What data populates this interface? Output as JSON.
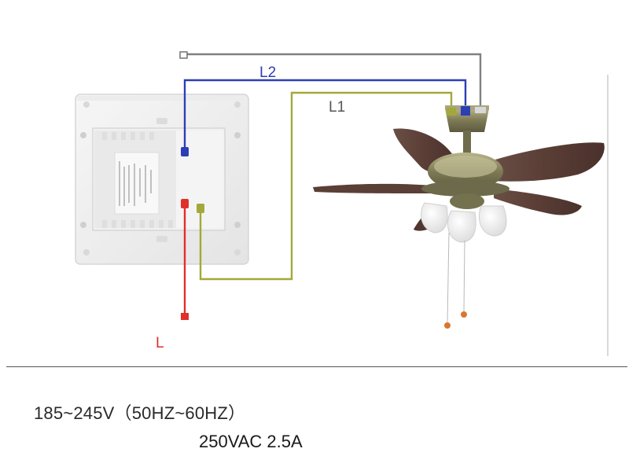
{
  "wires": {
    "l2": {
      "label": "L2",
      "color": "#2d3fb3"
    },
    "l1": {
      "label": "L1",
      "color": "#a3a83a"
    },
    "l": {
      "label": "L",
      "color": "#e0302a"
    },
    "neutral": {
      "color": "#808080"
    }
  },
  "specs": {
    "voltage": "185~245V（50HZ~60HZ）",
    "rating": "250VAC 2.5A"
  }
}
